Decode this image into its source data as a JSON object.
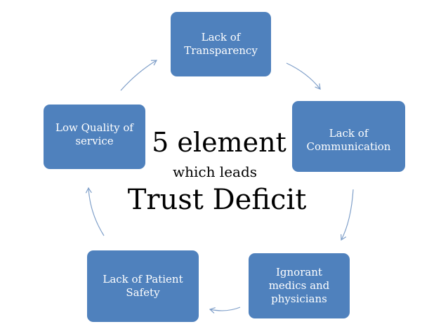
{
  "cycle_boxes": [
    {
      "label": "Lack of\nTransparency"
    },
    {
      "label": "Lack of\nCommunication"
    },
    {
      "label": "Ignorant\nmedics and\nphysicians"
    },
    {
      "label": "Lack of Patient\nSafety"
    },
    {
      "label": "Low Quality of\nservice"
    }
  ],
  "center": {
    "title": "5 element",
    "subtitle": "which leads",
    "headline": "Trust Deficit"
  },
  "colors": {
    "box_fill": "#4f81bd",
    "box_text": "#ffffff",
    "arrow": "#7f9fc9"
  }
}
